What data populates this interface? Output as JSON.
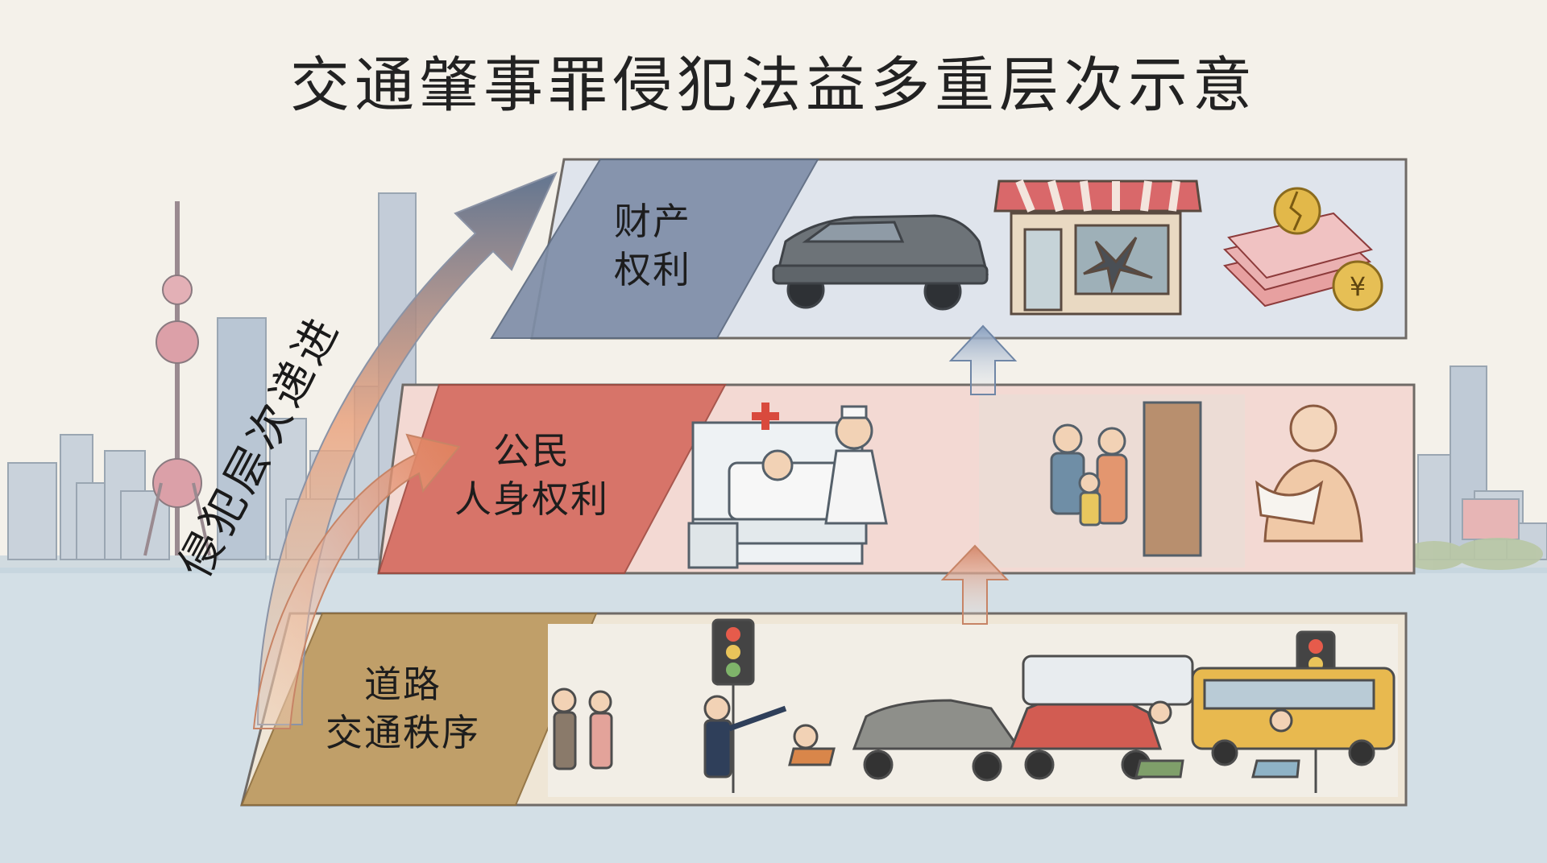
{
  "title": "交通肇事罪侵犯法益多重层次示意",
  "side_label": "侵犯层次递进",
  "layers": [
    {
      "line1": "财产",
      "line2": "权利",
      "color": "#7f8ea8"
    },
    {
      "line1": "公民",
      "line2": "人身权利",
      "color": "#d46a5e"
    },
    {
      "line1": "道路",
      "line2": "交通秩序",
      "color": "#bd9a60"
    }
  ],
  "icons": {
    "cross": "red-cross",
    "yuan_coin": "¥"
  },
  "colors": {
    "background": "#f4f1ea",
    "water": "#cfdde6",
    "property_band": "#dfe4ec",
    "person_band": "#f3d9d3",
    "traffic_band": "#efe6d6"
  }
}
